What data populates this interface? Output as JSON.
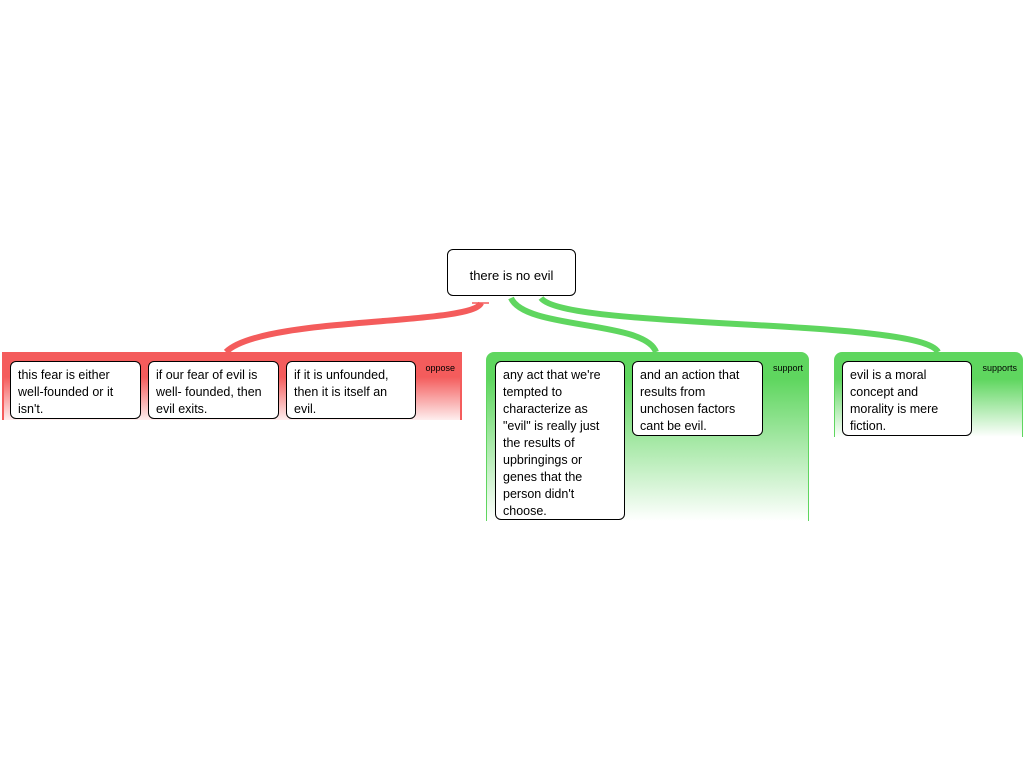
{
  "claim": {
    "text": "there is no evil"
  },
  "groups": [
    {
      "label": "oppose",
      "type": "red",
      "premises": [
        "this fear is either well-founded or it isn't.",
        "if our fear of evil is well- founded, then evil exits.",
        "if it is unfounded, then it is itself an evil."
      ]
    },
    {
      "label": "support",
      "type": "green",
      "premises": [
        "any act that we're tempted to characterize as \"evil\" is really just the results of upbringings or genes that the person didn't choose.",
        "and an action that results from unchosen factors cant be evil."
      ]
    },
    {
      "label": "supports",
      "type": "green",
      "premises": [
        "evil is a moral concept and morality is mere fiction."
      ]
    }
  ],
  "colors": {
    "oppose": "#f45c5c",
    "support": "#5fd65f"
  }
}
